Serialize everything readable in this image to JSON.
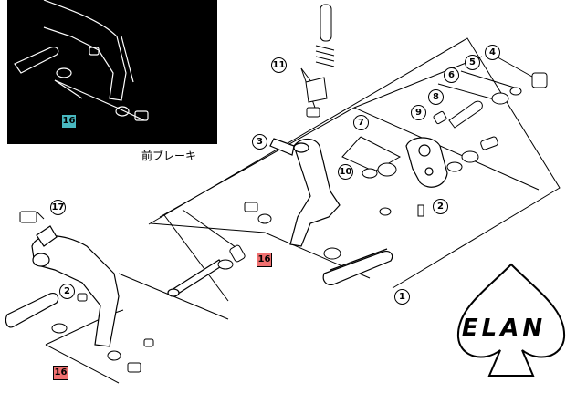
{
  "inset": {
    "caption": "前ブレーキ"
  },
  "callouts": {
    "c1": "1",
    "c2a": "2",
    "c2b": "2",
    "c3": "3",
    "c4": "4",
    "c5": "5",
    "c6": "6",
    "c7": "7",
    "c8": "8",
    "c9": "9",
    "c10": "10",
    "c11": "11",
    "c17": "17"
  },
  "badges": {
    "b16_main": "16",
    "b16_lower": "16",
    "b16_inset": "16"
  },
  "logo": {
    "text": "ELAN"
  },
  "colors": {
    "badge_red": "#f07070",
    "badge_teal": "#48b8c0",
    "line": "#000000"
  }
}
